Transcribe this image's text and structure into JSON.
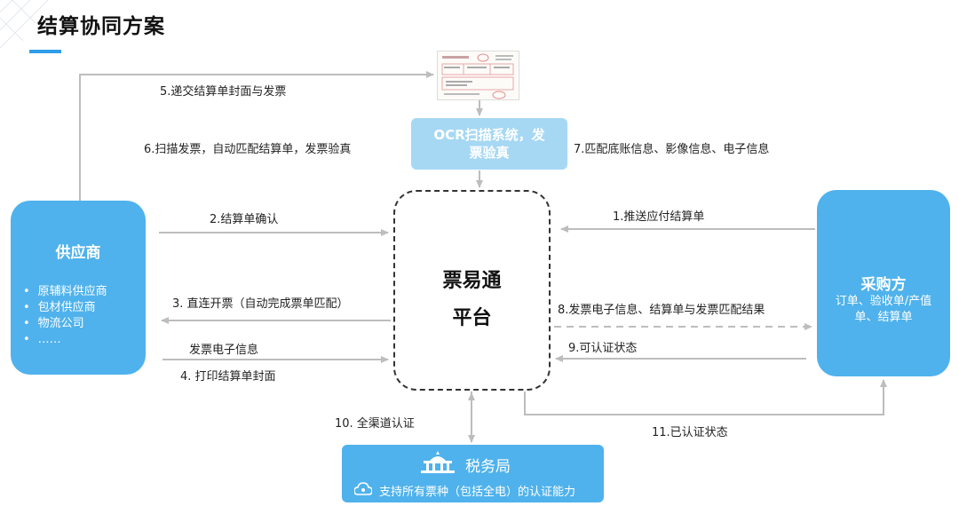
{
  "title": "结算协同方案",
  "nodes": {
    "supplier": {
      "name": "供应商",
      "items": [
        "原辅料供应商",
        "包材供应商",
        "物流公司",
        "……"
      ]
    },
    "buyer": {
      "name": "采购方",
      "desc": "订单、验收单/产值单、结算单"
    },
    "ocr": {
      "label": "OCR扫描系统，发票验真"
    },
    "platform": {
      "line1": "票易通",
      "line2": "平台"
    },
    "tax": {
      "name": "税务局",
      "note": "支持所有票种（包括全电）的认证能力"
    }
  },
  "flows": {
    "f1": "1.推送应付结算单",
    "f2": "2.结算单确认",
    "f3": "3. 直连开票（自动完成票单匹配）",
    "f3b": "发票电子信息",
    "f4": "4. 打印结算单封面",
    "f5": "5.递交结算单封面与发票",
    "f6": "6.扫描发票，自动匹配结算单，发票验真",
    "f7": "7.匹配底账信息、影像信息、电子信息",
    "f8": "8.发票电子信息、结算单与发票匹配结果",
    "f9": "9.可认证状态",
    "f10": "10. 全渠道认证",
    "f11": "11.已认证状态"
  },
  "colors": {
    "primary_blue": "#4fb2ec",
    "light_blue": "#a6d8f4",
    "arrow_gray": "#bdbdbd",
    "accent_underline": "#2f9de8"
  }
}
